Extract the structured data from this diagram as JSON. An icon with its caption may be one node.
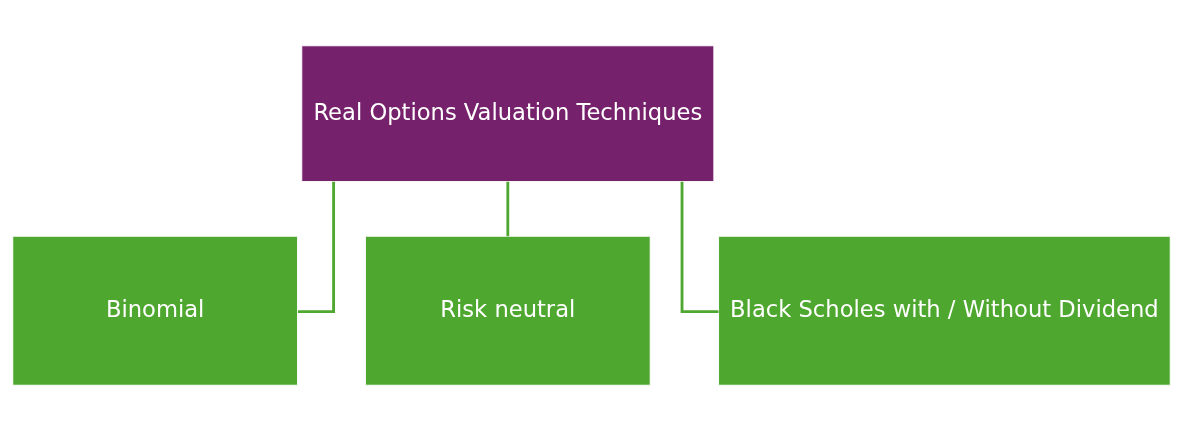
{
  "diagram": {
    "nodes": [
      {
        "text": [
          "Real Options Valuation Techniques"
        ]
      },
      {
        "text": [
          "Binomial"
        ]
      },
      {
        "text": [
          "Risk neutral"
        ]
      },
      {
        "text": [
          "Black Scholes with / Without Dividend"
        ]
      }
    ],
    "edges": [
      {
        "from": 0,
        "to": 1,
        "arrow": "none"
      },
      {
        "from": 0,
        "to": 2,
        "arrow": "none"
      },
      {
        "from": 0,
        "to": 3,
        "arrow": "none"
      }
    ]
  }
}
